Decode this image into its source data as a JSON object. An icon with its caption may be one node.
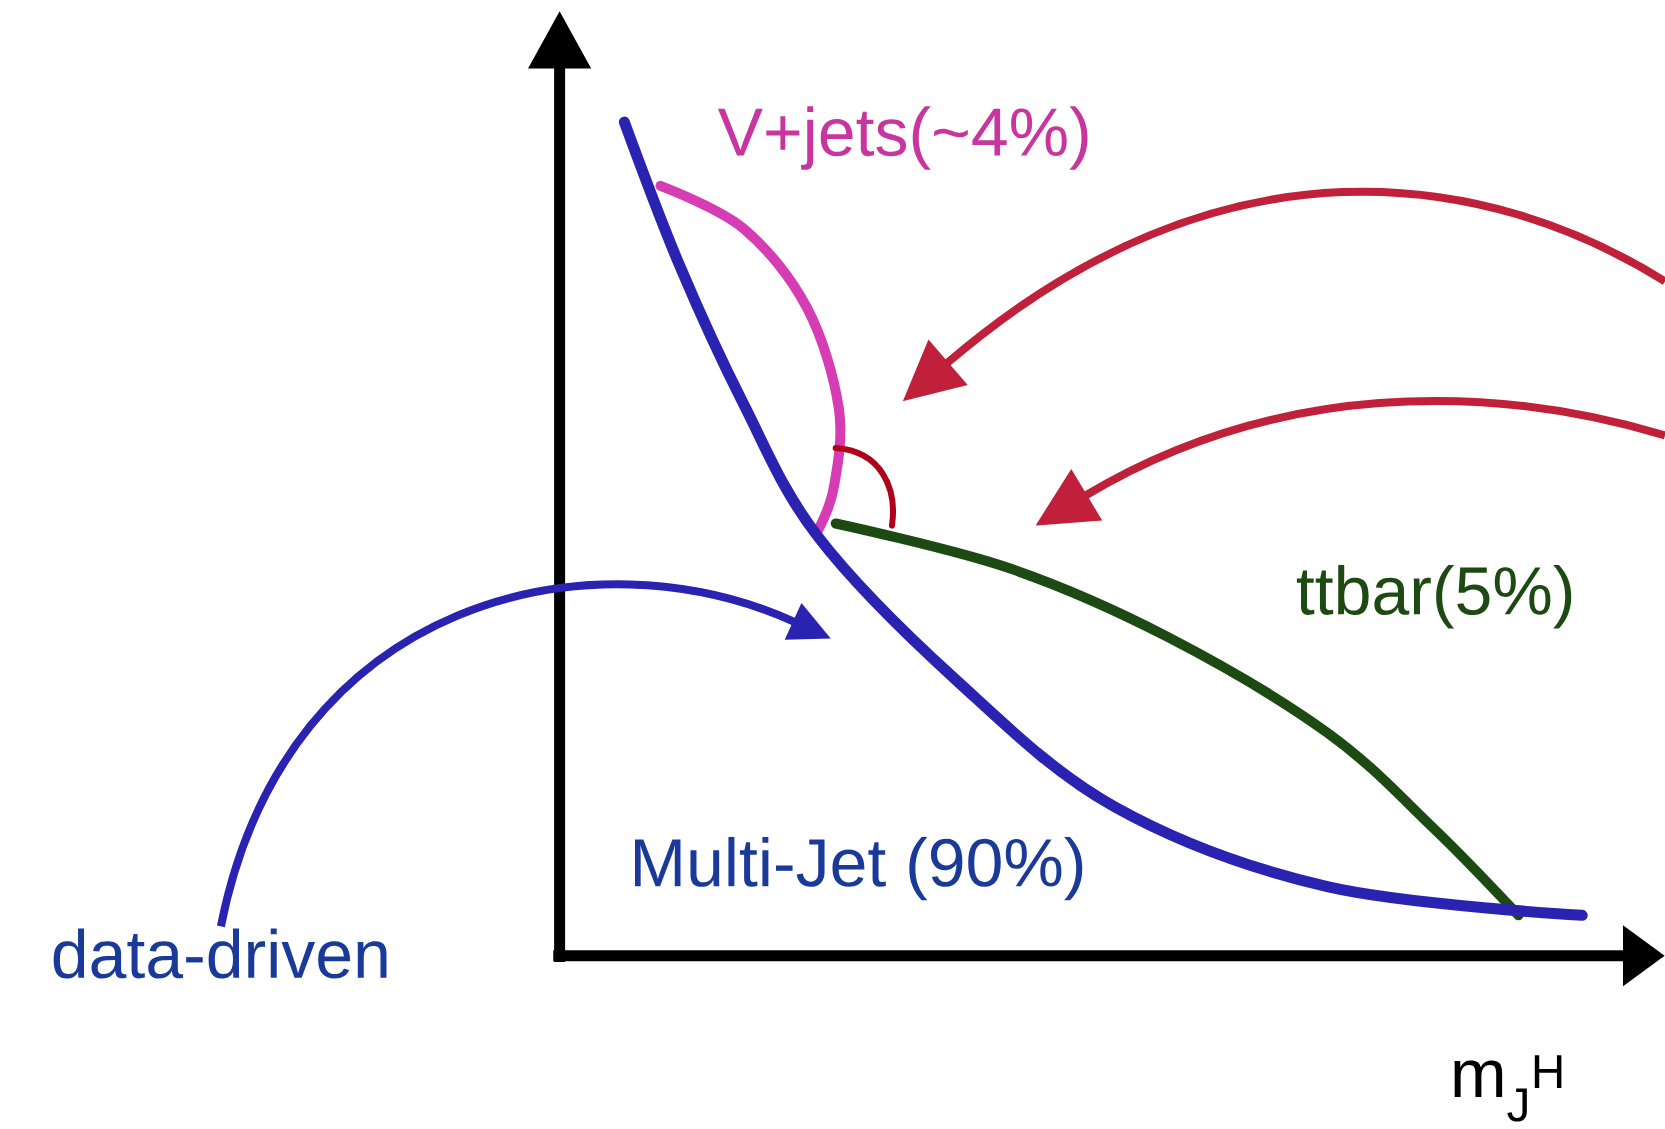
{
  "diagram": {
    "nodes": [
      {
        "text": [
          "data-driven"
        ]
      },
      {
        "text": [],
        "shape": "line"
      }
    ],
    "edges": [
      {
        "from": 0,
        "to": 1,
        "arrow": "to"
      }
    ],
    "labels": [
      "V+jets(~4%)",
      "ttbar(5%)",
      "Multi-Jet (90%)",
      "m$_{J}$$^{H}$"
    ]
  }
}
